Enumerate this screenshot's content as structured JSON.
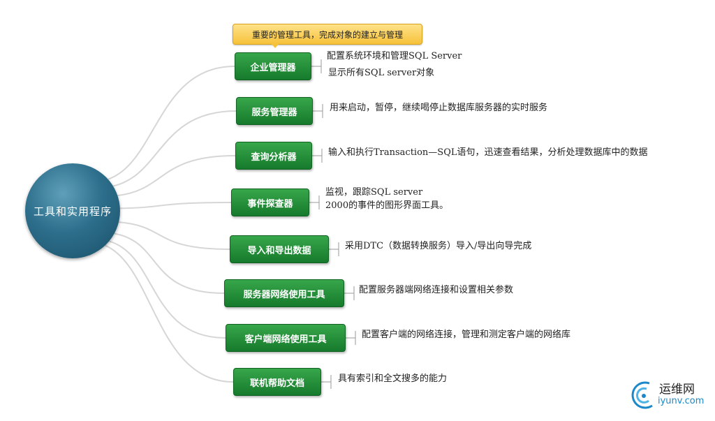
{
  "central": {
    "label": "工具和实用程序"
  },
  "callout": {
    "text": "重要的管理工具，完成对象的建立与管理"
  },
  "branches": [
    {
      "label": "企业管理器",
      "desc": [
        "配置系统环境和管理SQL Server",
        "显示所有SQL server对象"
      ]
    },
    {
      "label": "服务管理器",
      "desc": [
        "用来启动，暂停，继续喝停止数据库服务器的实时服务"
      ]
    },
    {
      "label": "查询分析器",
      "desc": [
        "输入和执行Transaction—SQL语句，迅速查看结果，分析处理数据库中的数据"
      ]
    },
    {
      "label": "事件探查器",
      "desc": [
        "监视，跟踪SQL server",
        "2000的事件的图形界面工具。"
      ]
    },
    {
      "label": "导入和导出数据",
      "desc": [
        "采用DTC（数据转换服务）导入/导出向导完成"
      ]
    },
    {
      "label": "服务器网络使用工具",
      "desc": [
        "配置服务器端网络连接和设置相关参数"
      ]
    },
    {
      "label": "客户端网络使用工具",
      "desc": [
        "配置客户端的网络连接，管理和测定客户端的网络库"
      ]
    },
    {
      "label": "联机帮助文档",
      "desc": [
        "具有索引和全文搜多的能力"
      ]
    }
  ],
  "watermark": {
    "name": "运维网",
    "url": "iyunv.com",
    "icon": "wifi-swirl-logo"
  },
  "colors": {
    "central": "#2d6f8c",
    "node": "#1f8a36",
    "callout": "#f6c23a",
    "connector": "#d6d6d6"
  }
}
